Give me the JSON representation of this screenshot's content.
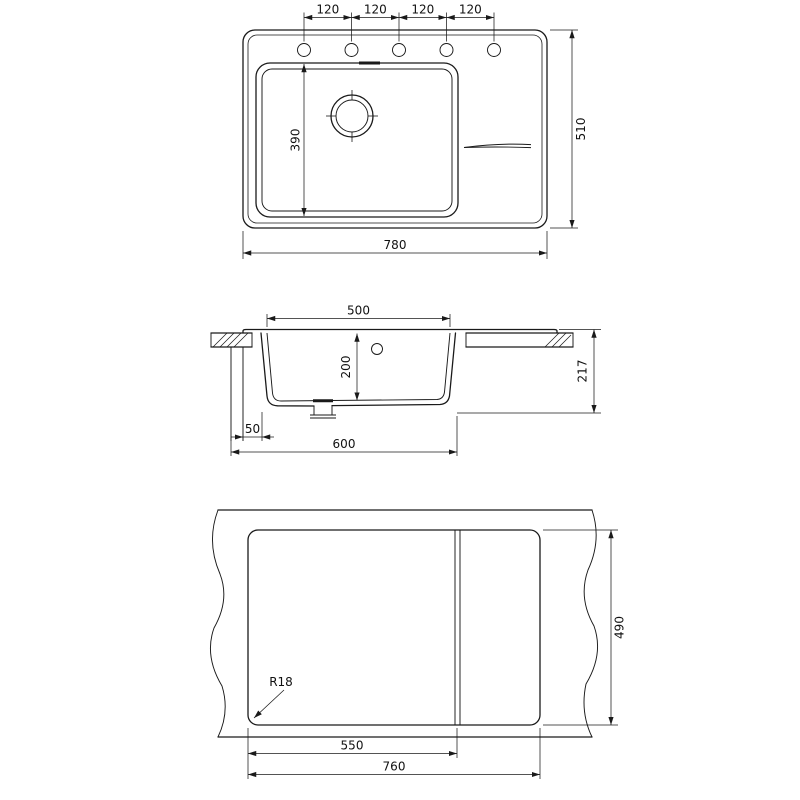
{
  "meta": {
    "background_color": "#ffffff",
    "line_color": "#1a1a1a",
    "drawing_type": "kitchen sink dimension drawing, three orthographic views"
  },
  "views": {
    "top": {
      "description": "plan view of sink with bowl, drainboard and five faucet holes",
      "dims": {
        "hole_spacing": [
          "120",
          "120",
          "120",
          "120"
        ],
        "overall_width": "780",
        "overall_depth": "510",
        "bowl_length": "390"
      }
    },
    "section": {
      "description": "cross-section through bowl and countertop",
      "dims": {
        "bowl_top_width": "500",
        "bowl_depth": "200",
        "overall_height": "217",
        "front_offset": "50",
        "cabinet_width": "600"
      }
    },
    "cutout": {
      "description": "countertop cutout template view",
      "dims": {
        "corner_radius": "R18",
        "cutout_width_partial": "550",
        "cutout_width_overall": "760",
        "cutout_depth": "490"
      }
    }
  }
}
